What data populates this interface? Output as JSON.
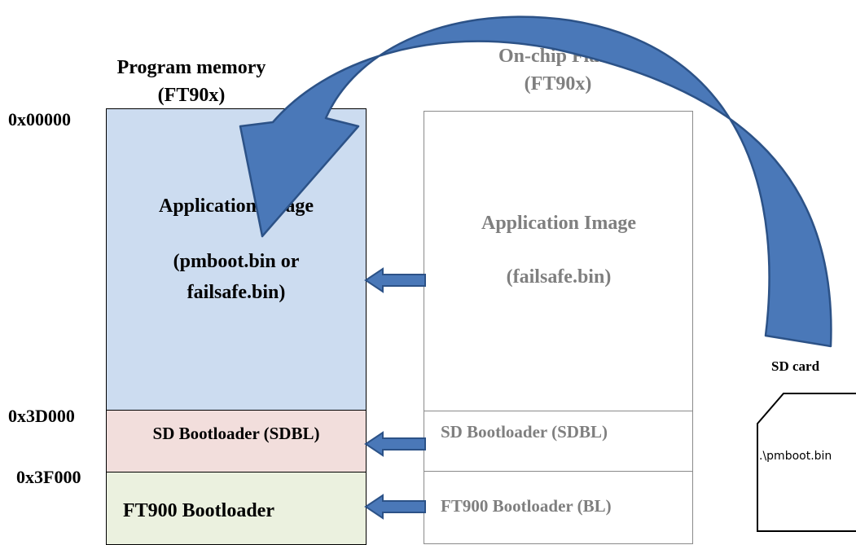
{
  "program_memory": {
    "title_line1": "Program memory",
    "title_line2": "(FT90x)",
    "addresses": [
      "0x00000",
      "0x3D000",
      "0x3F000"
    ],
    "app_block": {
      "line1": "Application Image",
      "line2": "(pmboot.bin or",
      "line3": "failsafe.bin)"
    },
    "sdbl_block": "SD Bootloader (SDBL)",
    "bl_block": "FT900 Bootloader"
  },
  "onchip_flash": {
    "title_line1": "On-chip Flash",
    "title_line2": "(FT90x)",
    "app_block": {
      "line1": "Application Image",
      "line2": "(failsafe.bin)"
    },
    "sdbl_block": "SD Bootloader (SDBL)",
    "bl_block": "FT900 Bootloader (BL)"
  },
  "sd_card": {
    "label": "SD card",
    "file": ".\\pmboot.bin"
  },
  "colors": {
    "app_fill": "#ccdcf0",
    "sdbl_fill": "#f2dedc",
    "bl_fill": "#ebf1df",
    "arrow_fill": "#4a78b8",
    "arrow_stroke": "#2c5287"
  }
}
